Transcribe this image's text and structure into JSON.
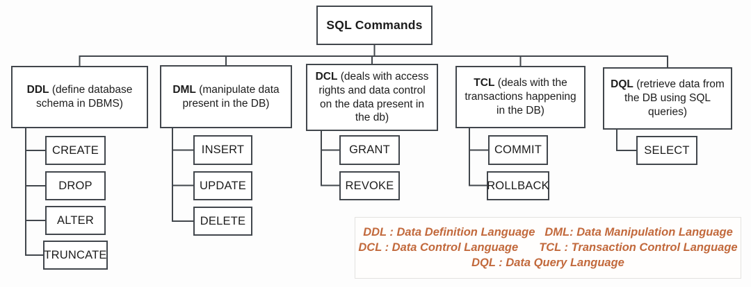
{
  "title": "SQL Commands",
  "colors": {
    "box_border": "#41464c",
    "node_text": "#1c1c1c",
    "legend_text": "#c2693c",
    "legend_border": "#e3e2e0",
    "background": "#fdfdfd"
  },
  "branches": [
    {
      "abbr": "DDL",
      "desc": "(define database schema in DBMS)",
      "children": [
        "CREATE",
        "DROP",
        "ALTER",
        "TRUNCATE"
      ]
    },
    {
      "abbr": "DML",
      "desc": "(manipulate data present in the DB)",
      "children": [
        "INSERT",
        "UPDATE",
        "DELETE"
      ]
    },
    {
      "abbr": "DCL",
      "desc": "(deals with access rights and data control on the data present in the db)",
      "children": [
        "GRANT",
        "REVOKE"
      ]
    },
    {
      "abbr": "TCL",
      "desc": "(deals with the transactions happening in the DB)",
      "children": [
        "COMMIT",
        "ROLLBACK"
      ]
    },
    {
      "abbr": "DQL",
      "desc": "(retrieve data from the DB using SQL queries)",
      "children": [
        "SELECT"
      ]
    }
  ],
  "legend": {
    "items": [
      {
        "text": "DDL : Data Definition Language"
      },
      {
        "text": "DML: Data Manipulation Language"
      },
      {
        "text": "DCL : Data Control Language"
      },
      {
        "text": "TCL : Transaction Control Language"
      },
      {
        "text": "DQL : Data Query Language"
      }
    ]
  }
}
